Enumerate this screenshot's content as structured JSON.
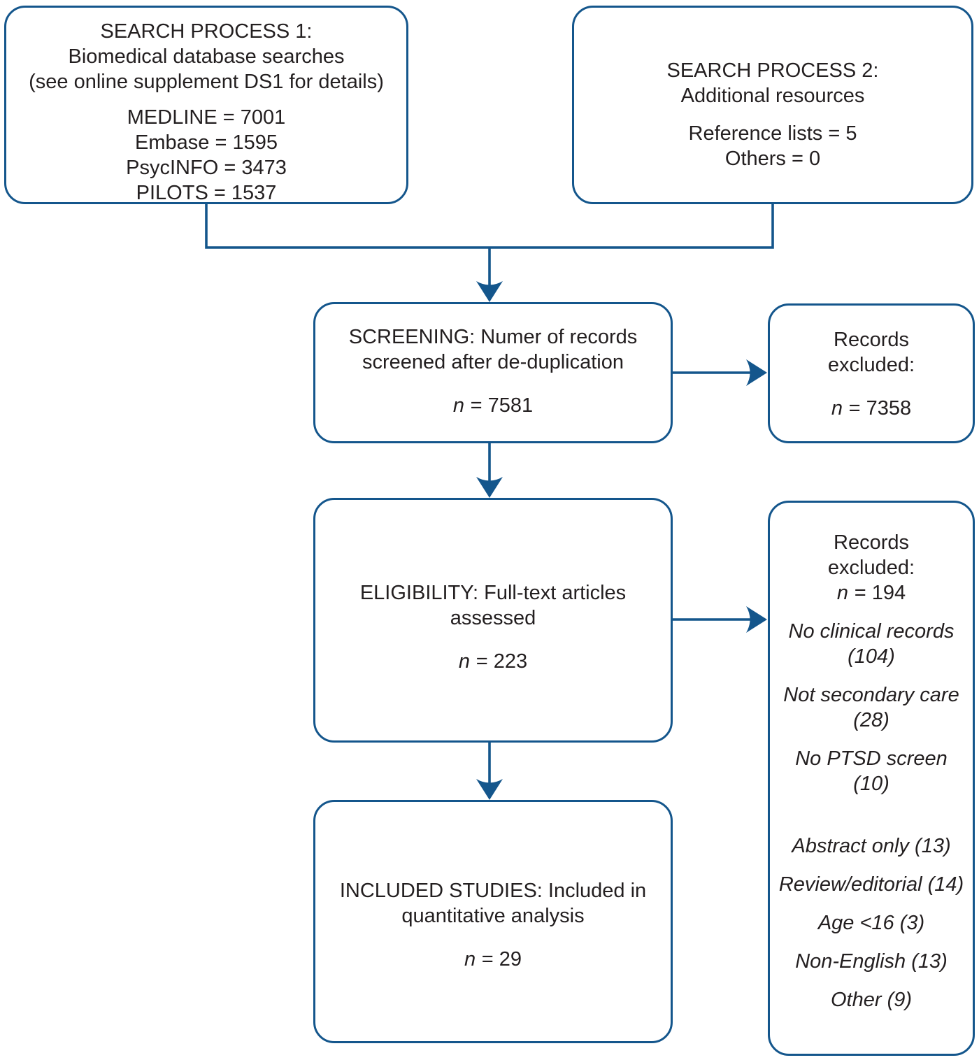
{
  "colors": {
    "accent_blue": "#14568C",
    "text": "#231F20",
    "background": "#FFFFFF"
  },
  "boxes": {
    "search_process_1": {
      "heading": [
        "SEARCH PROCESS 1:",
        "Biomedical database searches",
        "(see online supplement DS1 for details)"
      ],
      "items": [
        "MEDLINE = 7001",
        "Embase = 1595",
        "PsycINFO = 3473",
        "PILOTS = 1537"
      ]
    },
    "search_process_2": {
      "heading": [
        "SEARCH PROCESS 2:",
        "Additional resources"
      ],
      "items": [
        "Reference lists = 5",
        "Others = 0"
      ]
    },
    "screening": {
      "heading": [
        "SCREENING: Numer of records",
        "screened after de-duplication"
      ],
      "n": {
        "var": "n",
        "value": "= 7581"
      }
    },
    "records_excluded_1": {
      "heading": [
        "Records",
        "excluded:"
      ],
      "n": {
        "var": "n",
        "value": "= 7358"
      }
    },
    "eligibility": {
      "heading": [
        "ELIGIBILITY: Full-text articles",
        "assessed"
      ],
      "n": {
        "var": "n",
        "value": "= 223"
      }
    },
    "records_excluded_2": {
      "heading": [
        "Records",
        "excluded:"
      ],
      "n": {
        "var": "n",
        "value": "= 194"
      },
      "reasons": [
        "No clinical records (104)",
        "Not secondary care (28)",
        "No PTSD screen (10)",
        "Abstract only (13)",
        "Review/editorial (14)",
        "Age <16 (3)",
        "Non-English (13)",
        "Other (9)"
      ]
    },
    "included_studies": {
      "heading": [
        "INCLUDED STUDIES: Included in",
        "quantitative analysis"
      ],
      "n": {
        "var": "n",
        "value": "= 29"
      }
    }
  }
}
